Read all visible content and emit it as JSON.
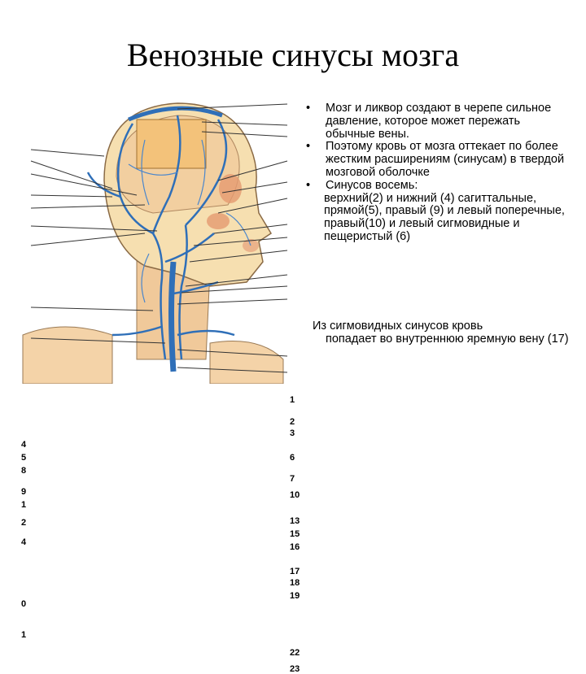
{
  "title": "Венозные синусы мозга",
  "figure": {
    "left_labels": [
      "4",
      "5",
      "8",
      "9",
      "1",
      "2",
      "4",
      "0",
      "1"
    ],
    "right_labels": [
      "1",
      "2",
      "3",
      "6",
      "7",
      "10",
      "13",
      "15",
      "16",
      "17",
      "18",
      "19",
      "22",
      "23"
    ],
    "colors": {
      "vein": "#2f6fb8",
      "bone": "#f2dca8",
      "flesh": "#e8b07a",
      "line": "#333333"
    }
  },
  "bullets": [
    "Мозг и ликвор создают в черепе сильное давление, которое может пережать обычные вены.",
    "Поэтому кровь от мозга оттекает по более жестким расширениям (синусам) в твердой мозговой оболочке",
    "Синусов восемь:"
  ],
  "sinuses_list": "верхний(2) и нижний (4) сагиттальные, прямой(5), правый (9) и левый поперечные, правый(10) и левый сигмовидные и пещеристый (6)",
  "note_first": "Из сигмовидных синусов кровь",
  "note_rest": "попадает во внутреннюю яремную вену (17)"
}
